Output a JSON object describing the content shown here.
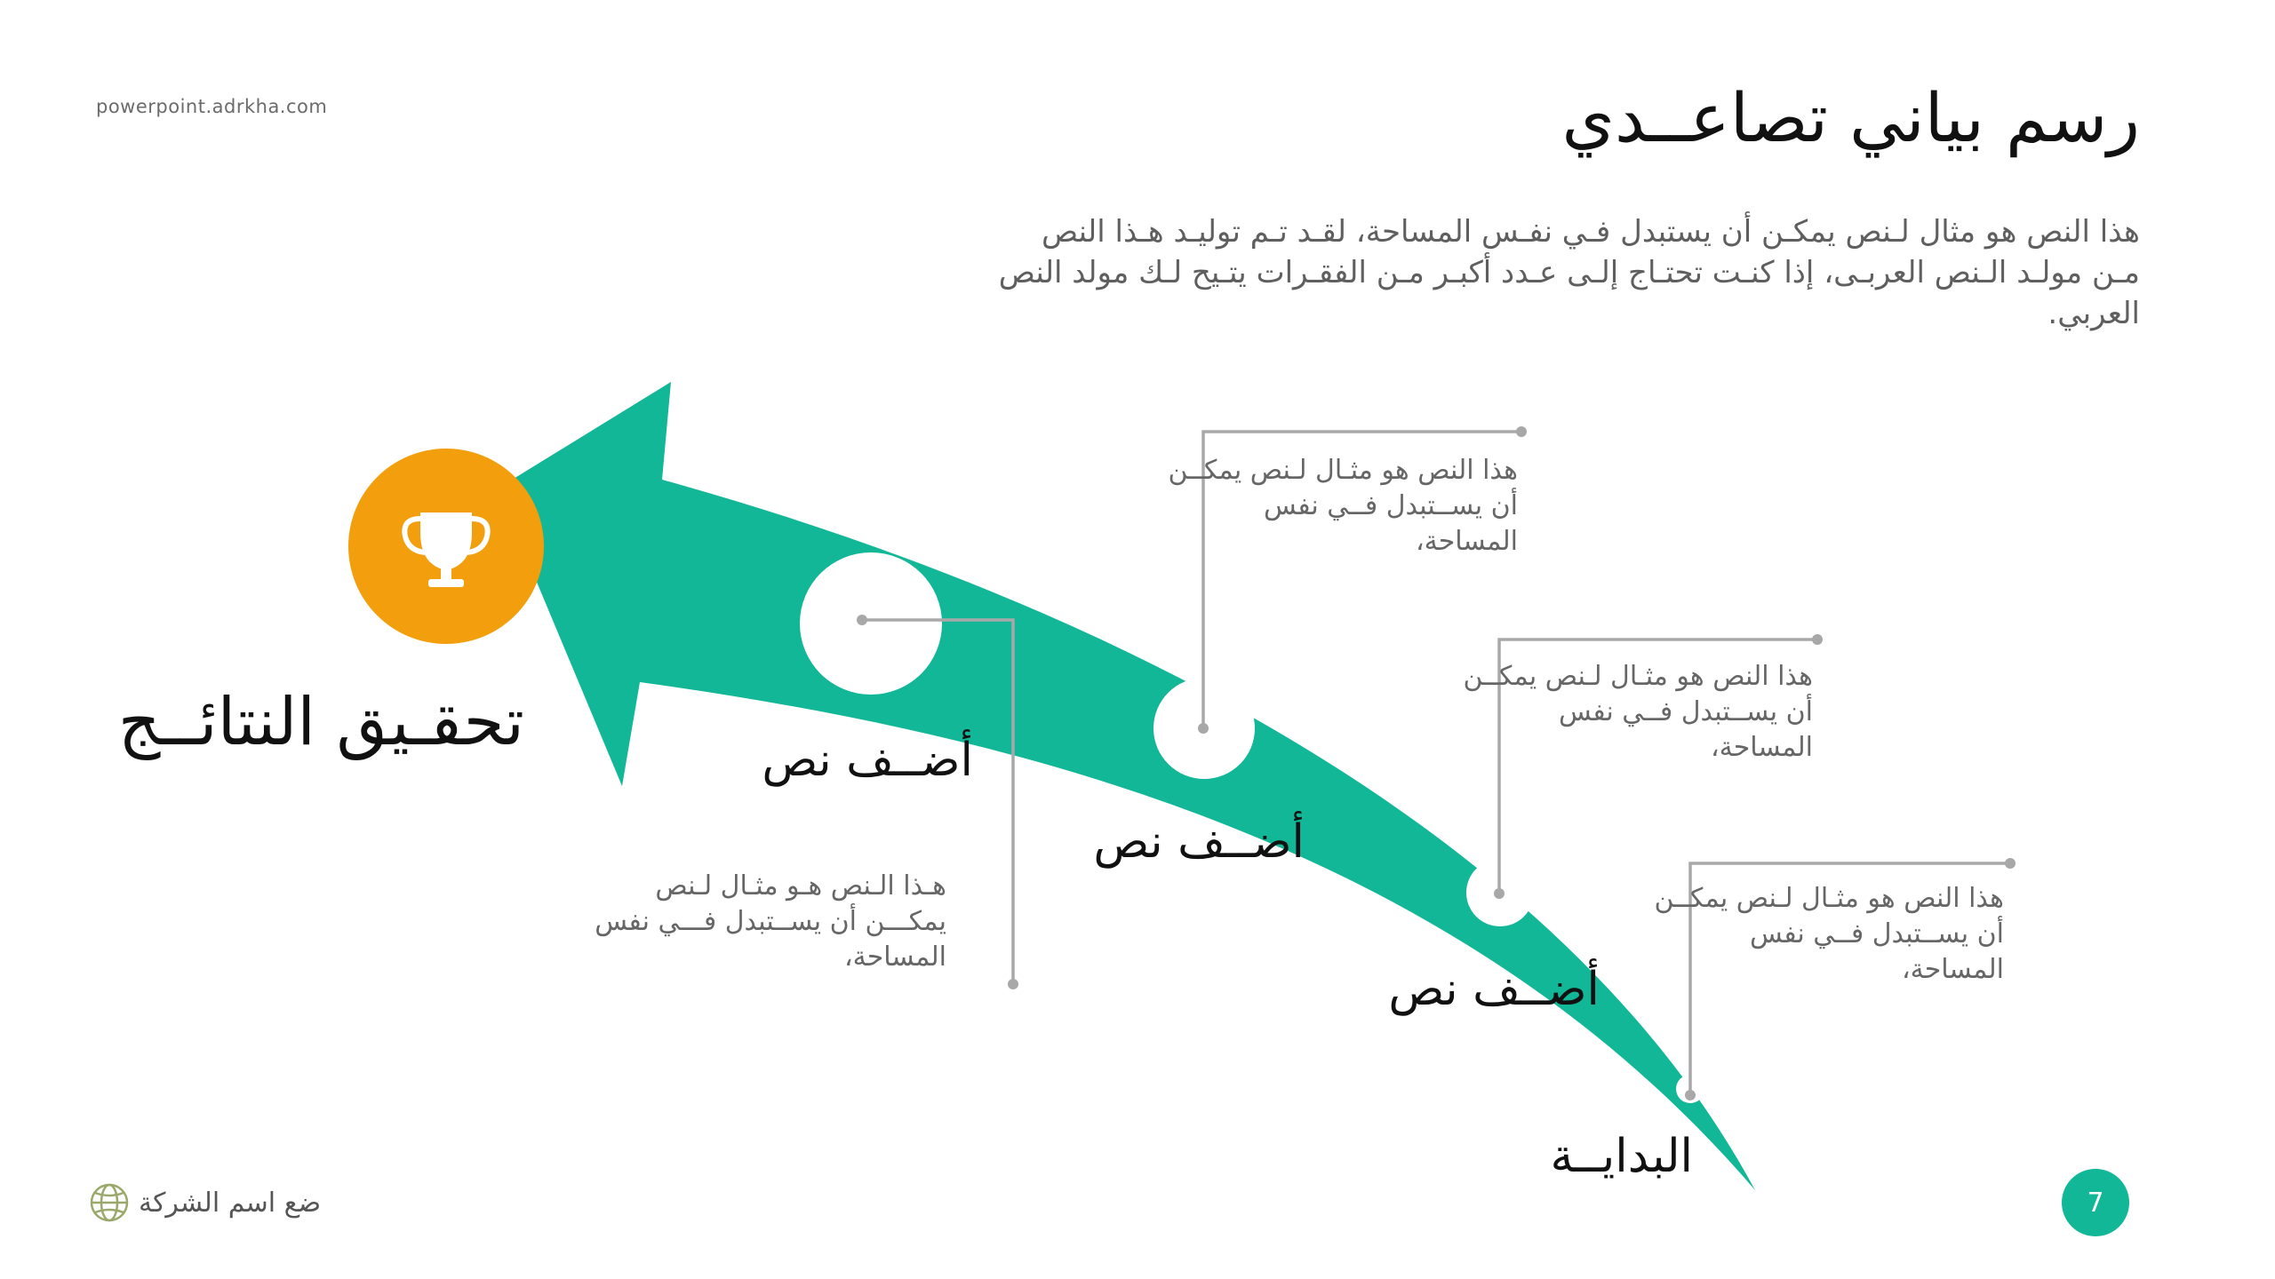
{
  "site": "powerpoint.adrkha.com",
  "title": "رسم بياني تصاعــدي",
  "intro": "هذا النص هو مثال لـنص يمكـن أن يستبدل فـي نفـس المساحة، لقـد تـم توليـد هـذا النص مـن مولـد الـنص العربـى، إذا كنـت تحتـاج إلـى عـدد أكبـر مـن الفقـرات يتـيح لـك مولد النص العربي.",
  "goal": {
    "label": "تحقـيق النتائــج",
    "icon": "trophy-icon"
  },
  "steps": [
    {
      "label": "أضــف نص"
    },
    {
      "label": "أضــف نص"
    },
    {
      "label": "أضــف نص"
    },
    {
      "label": "البدايــة"
    }
  ],
  "notes": [
    "هـذا الـنص هـو مثـال لـنص يمكـــن أن يســتبدل فـــي نفس المساحة،",
    "هذا النص هو مثـال لـنص يمكــن أن يســتبدل فــي نفس المساحة،",
    "هذا النص هو مثـال لـنص يمكــن أن يســتبدل فــي نفس المساحة،",
    "هذا النص هو مثـال لـنص يمكــن أن يســتبدل فــي نفس المساحة،"
  ],
  "company": {
    "name": "ضع اسم الشركة",
    "icon": "globe-icon"
  },
  "page_number": "7",
  "colors": {
    "arrow": "#12b797",
    "goal": "#f29e0d",
    "connector": "#a8a8a8",
    "badge": "#12b797"
  }
}
